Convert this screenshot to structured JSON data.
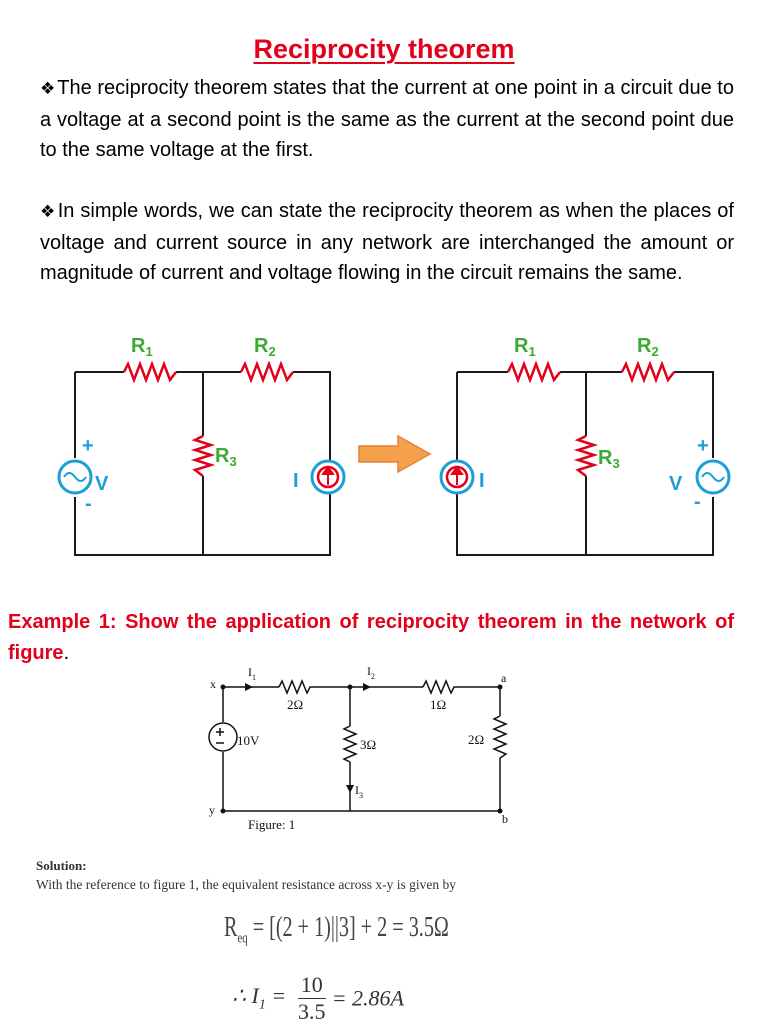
{
  "title": "Reciprocity theorem",
  "bullet_symbol": "❖",
  "paragraph1": "The reciprocity theorem states that the current at one point in a circuit due to a voltage at a second point is the same as the current at the second point due to the same voltage at the first.",
  "paragraph2": "In simple words, we can state the reciprocity theorem as when the places of voltage and current source in any network are interchanged the amount or magnitude of current and voltage flowing in the circuit remains the same.",
  "colors": {
    "title": "#e3001b",
    "resistor_label": "#3aaa35",
    "resistor": "#e3001b",
    "source_ring": "#1a9fd6",
    "current_source": "#e3001b",
    "arrow": "#f5a04a",
    "text": "#000000"
  },
  "diagram_left": {
    "r1": "R",
    "r1_sub": "1",
    "r2": "R",
    "r2_sub": "2",
    "r3": "R",
    "r3_sub": "3",
    "v_label": "V",
    "i_label": "I",
    "plus": "+",
    "minus": "-"
  },
  "diagram_right": {
    "r1": "R",
    "r1_sub": "1",
    "r2": "R",
    "r2_sub": "2",
    "r3": "R",
    "r3_sub": "3",
    "v_label": "V",
    "i_label": "I",
    "plus": "+",
    "minus": "-"
  },
  "example": {
    "text": "Example 1: Show the application of reciprocity theorem in the network of figure",
    "period": "."
  },
  "figure": {
    "node_x": "x",
    "node_y": "y",
    "node_a": "a",
    "node_b": "b",
    "i1": "I",
    "i1_sub": "1",
    "i2": "I",
    "i2_sub": "2",
    "i3": "I",
    "i3_sub": "3",
    "r_2ohm_top": "2Ω",
    "r_1ohm": "1Ω",
    "r_3ohm": "3Ω",
    "r_2ohm_right": "2Ω",
    "source": "10V",
    "caption": "Figure: 1"
  },
  "solution": {
    "label": "Solution:",
    "text": "With the reference to figure 1, the equivalent resistance across x-y is given by",
    "eq1": "R",
    "eq1_sub": "eq",
    "eq1_rest": " = [(2 + 1)||3] + 2 = 3.5Ω",
    "eq2_lhs": "∴ I",
    "eq2_lhs_sub": "1",
    "eq2_eq": " = ",
    "eq2_num": "10",
    "eq2_den": "3.5",
    "eq2_rhs": "= 2.86A"
  }
}
